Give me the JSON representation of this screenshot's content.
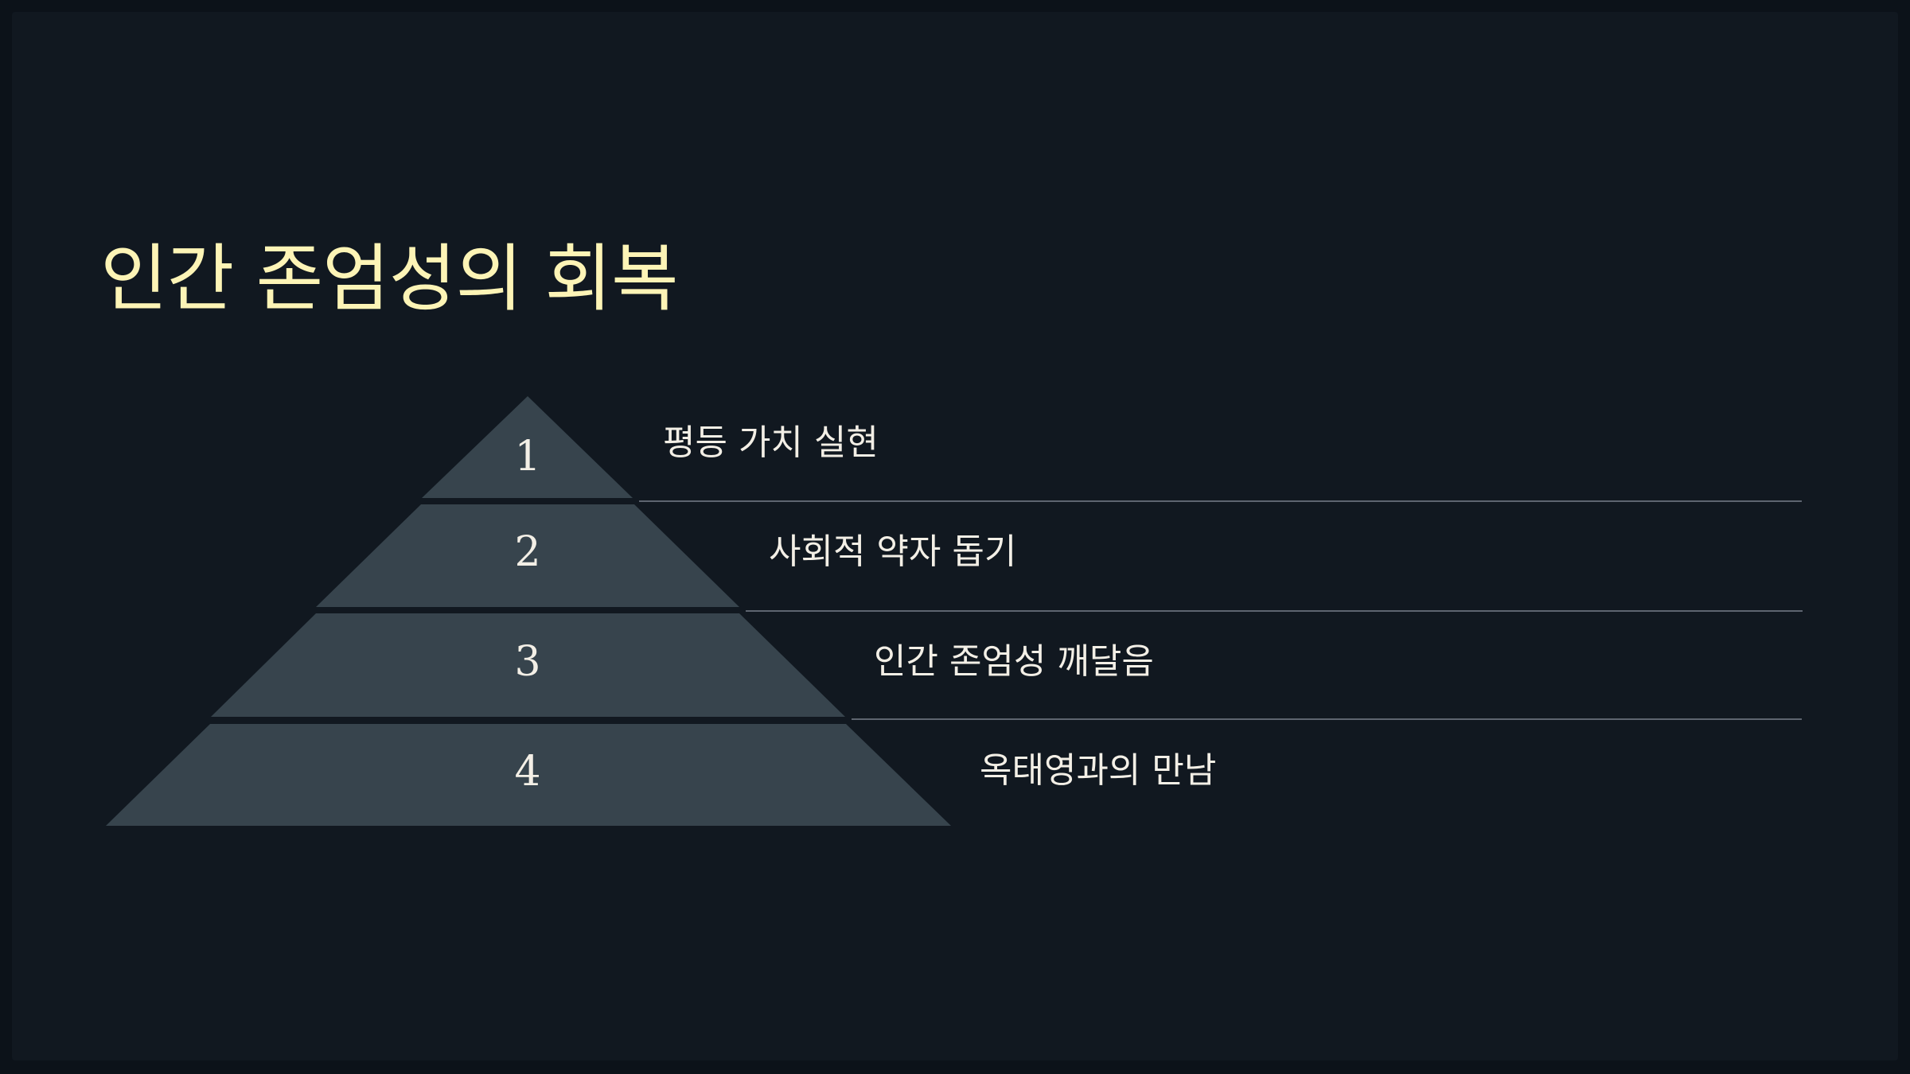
{
  "slide": {
    "title": "인간 존엄성의 회복",
    "colors": {
      "frame": "#0c1219",
      "background": "#111820",
      "title": "#fdf4b6",
      "tier_fill": "#37444d",
      "text": "#f3efe6",
      "separator": "#5e6570"
    },
    "tiers": [
      {
        "number": "1",
        "label": "평등 가치 실현"
      },
      {
        "number": "2",
        "label": "사회적 약자 돕기"
      },
      {
        "number": "3",
        "label": "인간 존엄성 깨달음"
      },
      {
        "number": "4",
        "label": "옥태영과의 만남"
      }
    ]
  }
}
